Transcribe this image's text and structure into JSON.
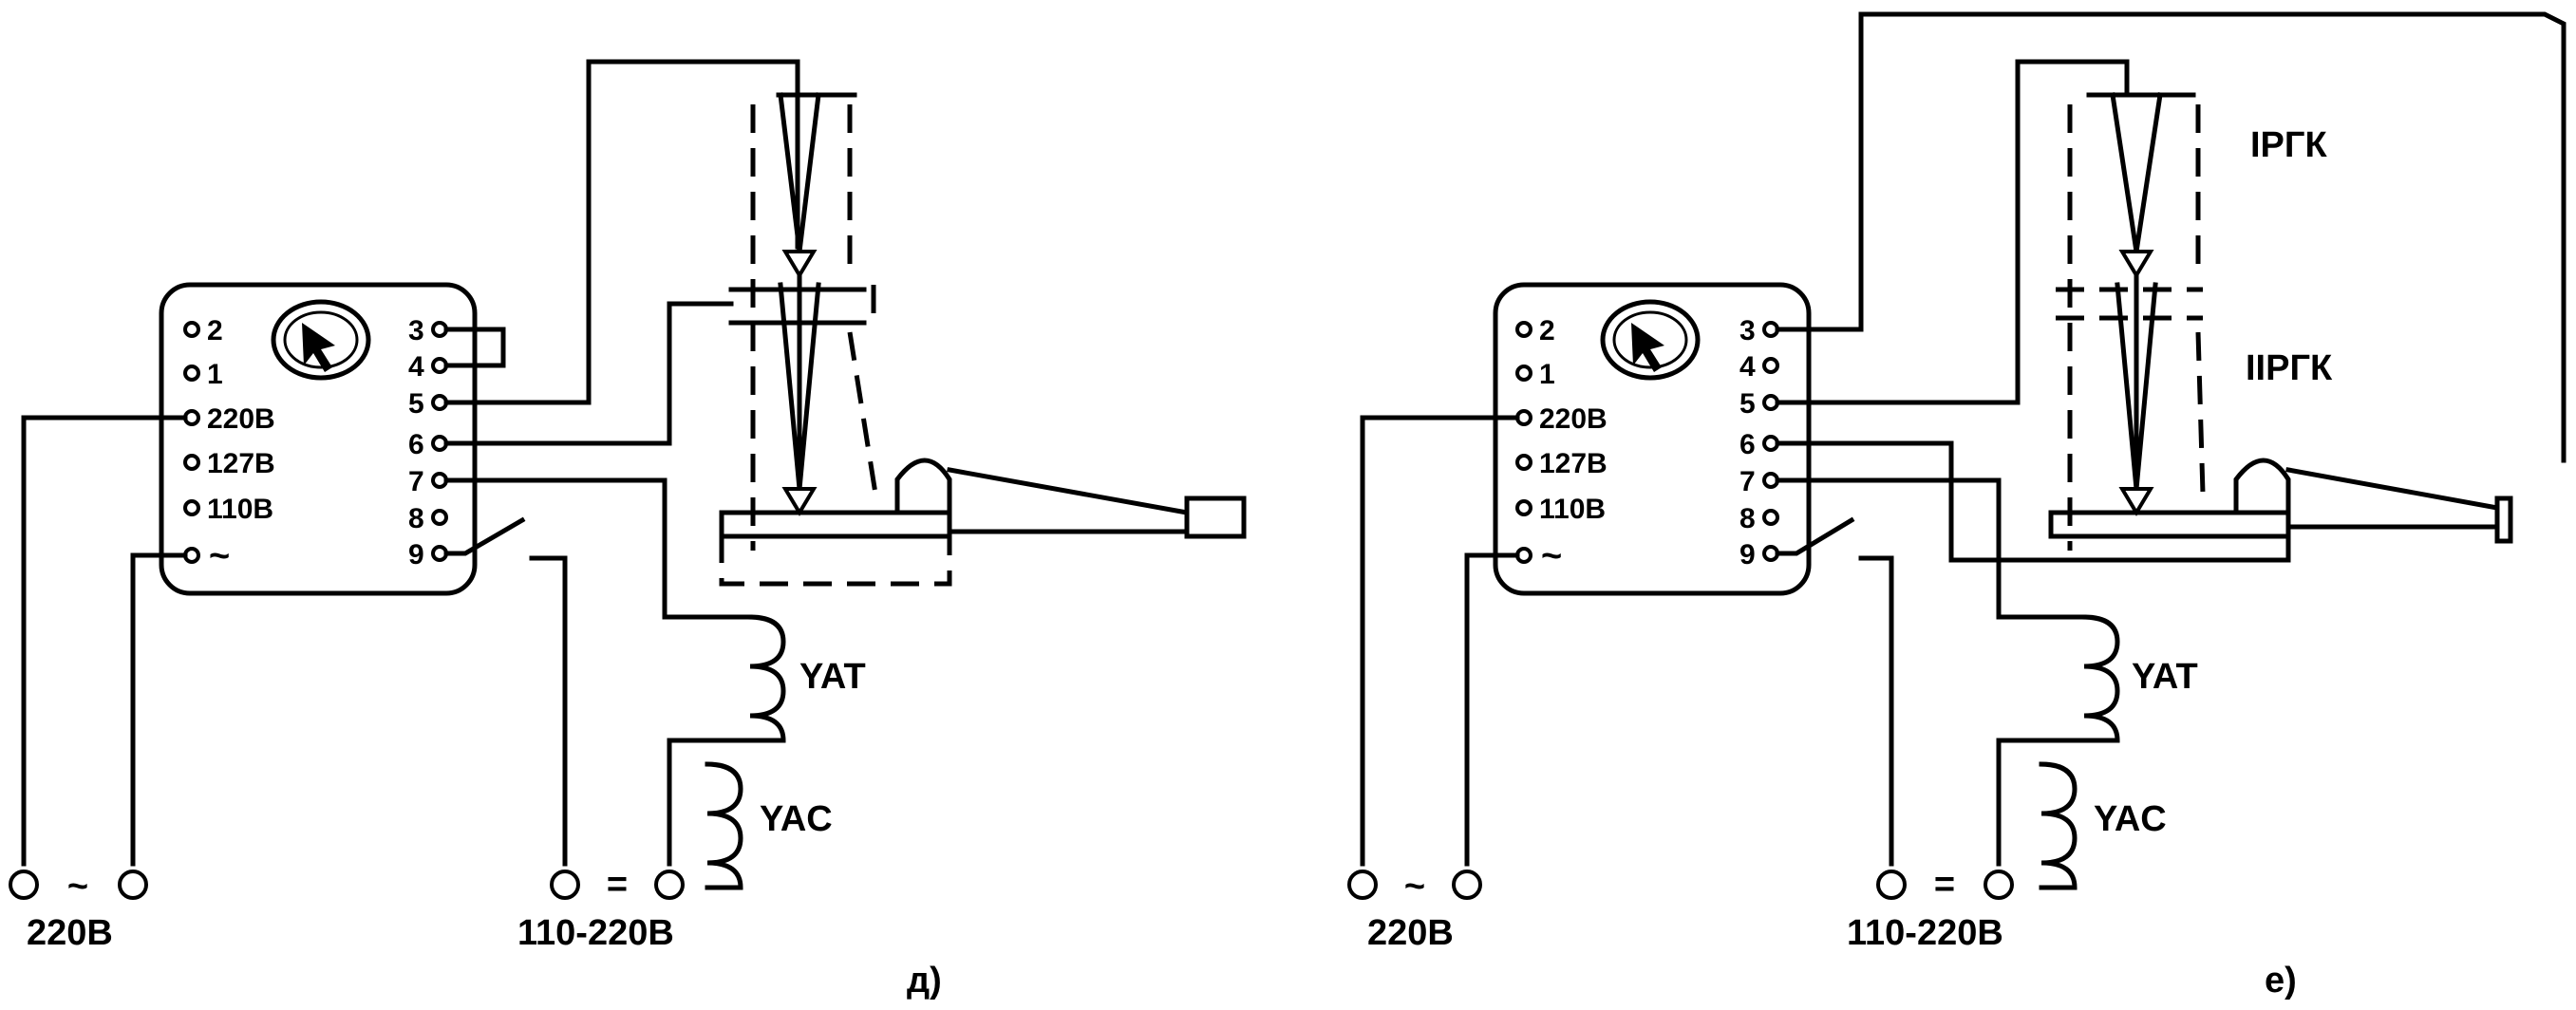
{
  "panels": [
    {
      "id": "d",
      "caption": "д)",
      "device": {
        "left_terminals": [
          "2",
          "1",
          "220В",
          "127В",
          "110В",
          "~"
        ],
        "right_terminals": [
          "3",
          "4",
          "5",
          "6",
          "7",
          "8",
          "9"
        ]
      },
      "coil_trip": "YAT",
      "coil_close": "YAC",
      "ac_symbol": "~",
      "dc_symbol": "=",
      "supply_ac_label": "220В",
      "supply_dc_label": "110-220В"
    },
    {
      "id": "e",
      "caption": "е)",
      "device": {
        "left_terminals": [
          "2",
          "1",
          "220В",
          "127В",
          "110В",
          "~"
        ],
        "right_terminals": [
          "3",
          "4",
          "5",
          "6",
          "7",
          "8",
          "9"
        ]
      },
      "coil_trip": "YAT",
      "coil_close": "YAC",
      "ac_symbol": "~",
      "dc_symbol": "=",
      "supply_ac_label": "220В",
      "supply_dc_label": "110-220В",
      "relay_upper": "IРГК",
      "relay_lower": "IIРГК"
    }
  ]
}
